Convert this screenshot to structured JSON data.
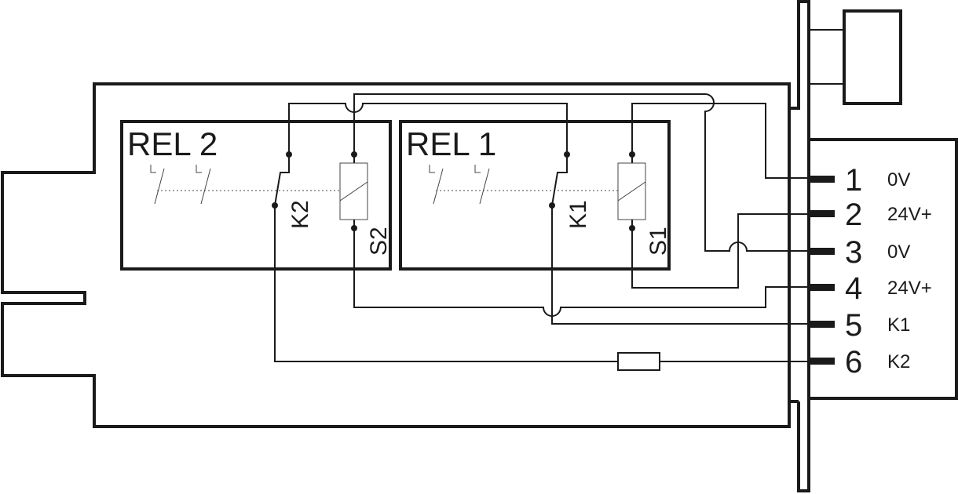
{
  "relays": [
    {
      "title": "REL 2",
      "contact": "K2",
      "coil": "S2"
    },
    {
      "title": "REL 1",
      "contact": "K1",
      "coil": "S1"
    }
  ],
  "connector": {
    "pins": [
      {
        "number": "1",
        "label": "0V"
      },
      {
        "number": "2",
        "label": "24V+"
      },
      {
        "number": "3",
        "label": "0V"
      },
      {
        "number": "4",
        "label": "24V+"
      },
      {
        "number": "5",
        "label": "K1"
      },
      {
        "number": "6",
        "label": "K2"
      }
    ]
  },
  "colors": {
    "line": "#1a1a1a",
    "background": "#ffffff"
  }
}
